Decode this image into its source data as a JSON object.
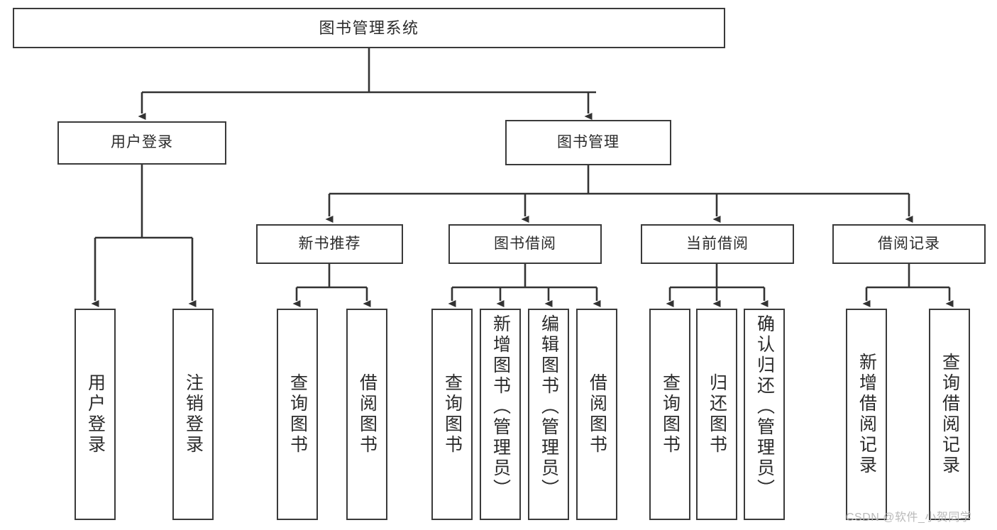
{
  "diagram": {
    "title": "图书管理系统",
    "type": "hierarchy-tree",
    "root": {
      "label": "图书管理系统"
    },
    "level1": [
      {
        "label": "用户登录"
      },
      {
        "label": "图书管理"
      }
    ],
    "level2": [
      {
        "label": "新书推荐"
      },
      {
        "label": "图书借阅"
      },
      {
        "label": "当前借阅"
      },
      {
        "label": "借阅记录"
      }
    ],
    "leaves": {
      "user_login": [
        {
          "label": "用户登录"
        },
        {
          "label": "注销登录"
        }
      ],
      "new_book_recommend": [
        {
          "label": "查询图书"
        },
        {
          "label": "借阅图书"
        }
      ],
      "book_borrow": [
        {
          "label": "查询图书"
        },
        {
          "label": "新增图书（管理员）"
        },
        {
          "label": "编辑图书（管理员）"
        },
        {
          "label": "借阅图书"
        }
      ],
      "current_borrow": [
        {
          "label": "查询图书"
        },
        {
          "label": "归还图书"
        },
        {
          "label": "确认归还（管理员）"
        }
      ],
      "borrow_record": [
        {
          "label": "新增借阅记录"
        },
        {
          "label": "查询借阅记录"
        }
      ]
    }
  },
  "watermark": {
    "text": "CSDN @软件_小贺同学"
  },
  "colors": {
    "background": "#ffffff",
    "box_border": "#3a3a3a",
    "text": "#2b2b2b",
    "connector": "#333333",
    "watermark": "#b9b9b9"
  }
}
